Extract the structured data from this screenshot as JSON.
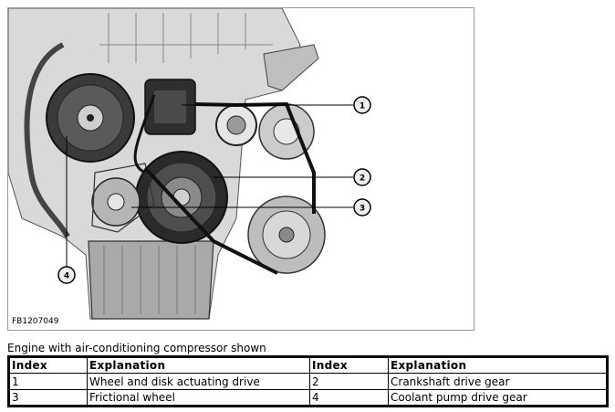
{
  "figure": {
    "code": "FB1207049",
    "callouts": [
      "1",
      "2",
      "3",
      "4"
    ]
  },
  "caption": "Engine with air-conditioning compressor shown",
  "table": {
    "headers": [
      "Index",
      "Explanation",
      "Index",
      "Explanation"
    ],
    "rows": [
      [
        "1",
        "Wheel and disk actuating drive",
        "2",
        "Crankshaft drive gear"
      ],
      [
        "3",
        "Frictional wheel",
        "4",
        "Coolant pump drive gear"
      ]
    ]
  }
}
